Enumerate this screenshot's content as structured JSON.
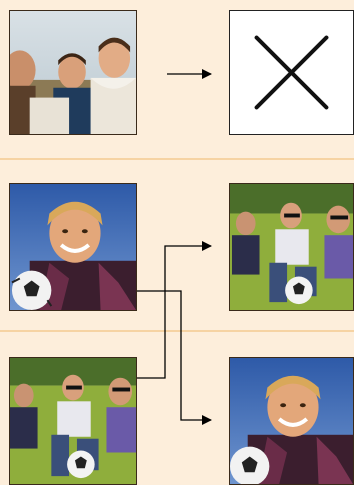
{
  "colors": {
    "background": "#fdeedb",
    "divider": "#f6d3a3",
    "line": "#000000",
    "cross": "#111111",
    "box": "#ffffff"
  },
  "rows": [
    {
      "left_photo": "group-of-three-boys-photo",
      "right_result": "cross-icon"
    },
    {
      "left_photo": "boy-holding-soccer-ball-photo",
      "right_result": "group-on-grass-photo"
    },
    {
      "left_photo": "group-on-grass-photo",
      "right_result": "boy-holding-soccer-ball-photo"
    }
  ]
}
